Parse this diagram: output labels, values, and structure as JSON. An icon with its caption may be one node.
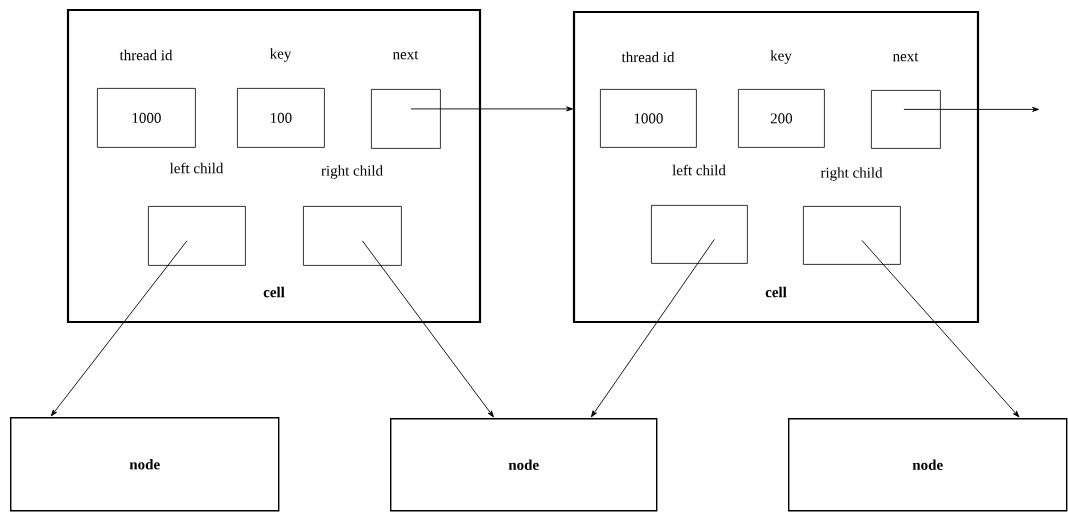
{
  "diagram": {
    "nodes": [
      {
        "text": [
          "cell"
        ]
      },
      {
        "text": [
          "thread id",
          "1000"
        ],
        "in": 0
      },
      {
        "text": [
          "key",
          "100"
        ],
        "in": 0
      },
      {
        "text": [
          "next"
        ],
        "in": 0
      },
      {
        "text": [
          "left child"
        ],
        "in": 0
      },
      {
        "text": [
          "right child"
        ],
        "in": 0
      },
      {
        "text": [
          "cell"
        ]
      },
      {
        "text": [
          "thread id",
          "1000"
        ],
        "in": 6
      },
      {
        "text": [
          "key",
          "200"
        ],
        "in": 6
      },
      {
        "text": [
          "next"
        ],
        "in": 6
      },
      {
        "text": [
          "left child"
        ],
        "in": 6
      },
      {
        "text": [
          "right child"
        ],
        "in": 6
      },
      {
        "text": [
          "node"
        ]
      },
      {
        "text": [
          "node"
        ]
      },
      {
        "text": [
          "node"
        ]
      }
    ],
    "edges": [
      {
        "from": 3,
        "to": 6,
        "arrow": "to"
      },
      {
        "from": 9,
        "to": null,
        "arrow": "to"
      },
      {
        "from": 4,
        "to": 12,
        "arrow": "to"
      },
      {
        "from": 5,
        "to": 13,
        "arrow": "to"
      },
      {
        "from": 10,
        "to": 13,
        "arrow": "to"
      },
      {
        "from": 11,
        "to": 14,
        "arrow": "to"
      }
    ]
  }
}
